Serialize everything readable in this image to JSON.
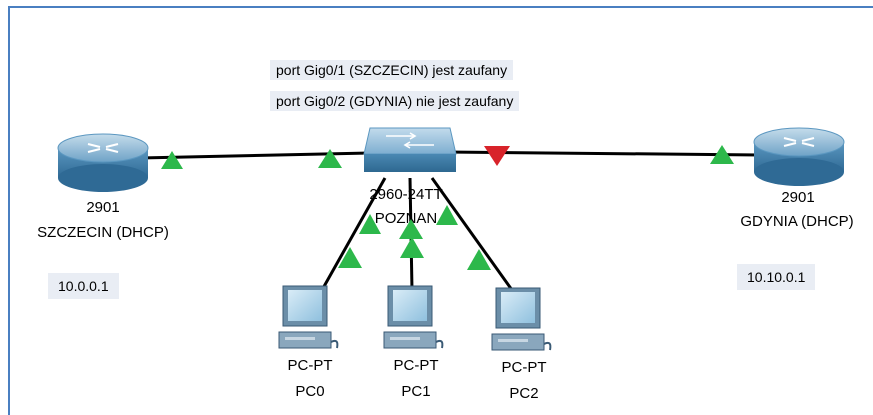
{
  "notes": {
    "trusted": "port Gig0/1 (SZCZECIN) jest zaufany",
    "untrusted": "port Gig0/2 (GDYNIA) nie jest zaufany"
  },
  "devices": {
    "router_left": {
      "model": "2901",
      "name": "SZCZECIN (DHCP)",
      "ip": "10.0.0.1"
    },
    "router_right": {
      "model": "2901",
      "name": "GDYNIA (DHCP)",
      "ip": "10.10.0.1"
    },
    "switch": {
      "model": "2960-24TT",
      "name": "POZNAN"
    },
    "pcs": [
      {
        "model": "PC-PT",
        "name": "PC0"
      },
      {
        "model": "PC-PT",
        "name": "PC1"
      },
      {
        "model": "PC-PT",
        "name": "PC2"
      }
    ]
  },
  "colors": {
    "link_up": "#2db84b",
    "link_down": "#d8232a",
    "router_blue": "#4d8fb8",
    "border": "#4a7fc1",
    "note_bg": "#e9edf4"
  },
  "icons": [
    "router-icon",
    "switch-icon",
    "pc-icon",
    "link-up-triangle-icon",
    "link-down-triangle-icon"
  ]
}
